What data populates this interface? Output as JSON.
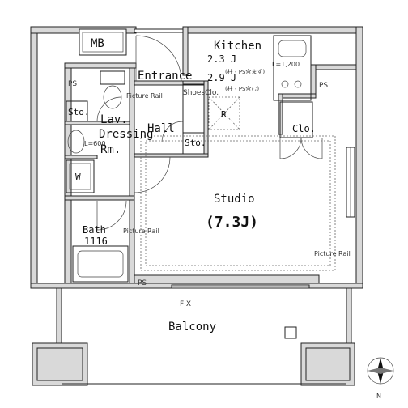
{
  "rooms": {
    "mb": "MB",
    "kitchen_title": "Kitchen",
    "kitchen_size_1": "2.3 J",
    "kitchen_note_1": "(柱・PS含まず)",
    "kitchen_size_2": "2.9 J",
    "kitchen_note_2": "(柱・PS含む)",
    "kitchen_length": "L=1,200",
    "entrance": "Entrance",
    "shoes_closet": "ShoesClo.",
    "picture_rail_entrance": "Picture Rail",
    "lav_1": "Lav.",
    "lav_2": "Dressing",
    "lav_3": "Rm.",
    "lav_length": "L=600",
    "storage_left": "Sto.",
    "storage_hall": "Sto.",
    "hall": "Hall",
    "refrigerator": "R",
    "closet": "Clo.",
    "washer": "W",
    "bath_1": "Bath",
    "bath_2": "1116",
    "picture_rail_bath": "Picture Rail",
    "studio": "Studio",
    "studio_size": "(7.3J)",
    "picture_rail_studio": "Picture Rail",
    "ps_top_left": "PS",
    "ps_right": "PS",
    "ps_bottom": "PS",
    "fix": "FIX",
    "balcony": "Balcony",
    "compass": "N"
  }
}
